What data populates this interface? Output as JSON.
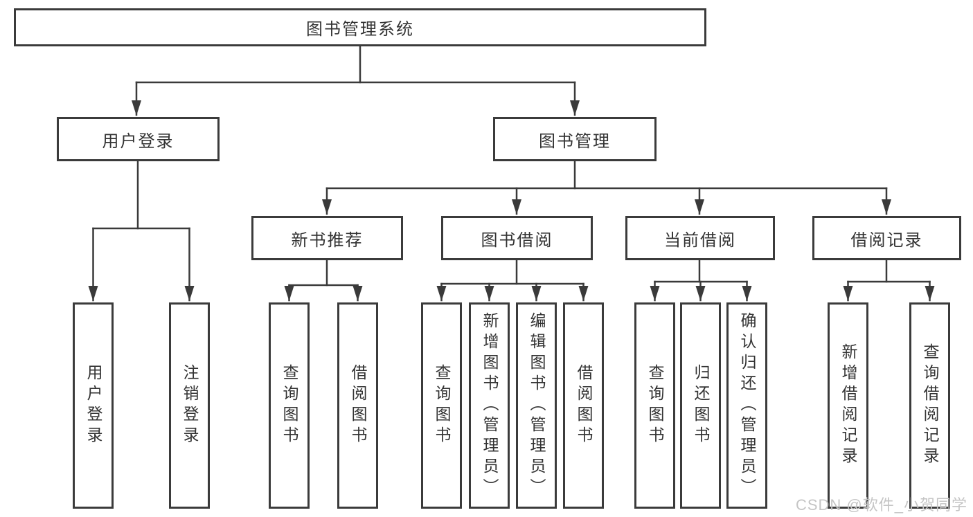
{
  "tree": {
    "root": {
      "label": "图书管理系统"
    },
    "branches": [
      {
        "label": "用户登录",
        "leaves": [
          "用户登录",
          "注销登录"
        ]
      },
      {
        "label": "图书管理",
        "groups": [
          {
            "label": "新书推荐",
            "leaves": [
              "查询图书",
              "借阅图书"
            ]
          },
          {
            "label": "图书借阅",
            "leaves": [
              "查询图书",
              "新增图书（管理员）",
              "编辑图书（管理员）",
              "借阅图书"
            ]
          },
          {
            "label": "当前借阅",
            "leaves": [
              "查询图书",
              "归还图书",
              "确认归还（管理员）"
            ]
          },
          {
            "label": "借阅记录",
            "leaves": [
              "新增借阅记录",
              "查询借阅记录"
            ]
          }
        ]
      }
    ]
  },
  "watermark": {
    "text": "CSDN @软件_小贺同学"
  },
  "colors": {
    "line": "#3a3a3a",
    "text": "#333333",
    "border": "#3b3b3b",
    "watermark": "#c5c5c5",
    "background": "#ffffff"
  }
}
